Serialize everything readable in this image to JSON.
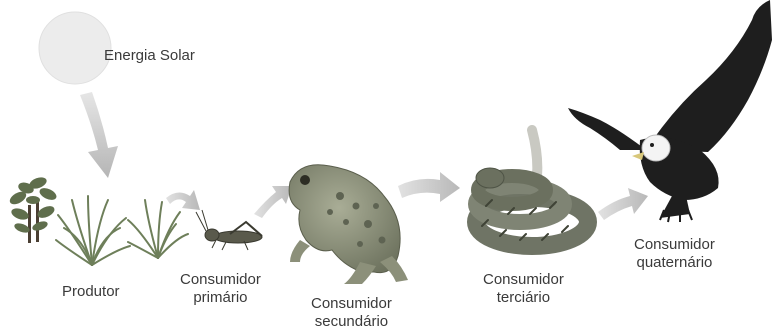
{
  "labels": {
    "sun": "Energia Solar",
    "producer": "Produtor",
    "primary": [
      "Consumidor",
      "primário"
    ],
    "secondary": [
      "Consumidor",
      "secundário"
    ],
    "tertiary": [
      "Consumidor",
      "terciário"
    ],
    "quaternary": [
      "Consumidor",
      "quaternário"
    ]
  },
  "colors": {
    "sun": "#eeeeee",
    "arrow": "#bdbdbd",
    "plant": "#6e7f5a",
    "frog": "#8a8f78",
    "snake": "#6f7465",
    "eagle": "#1e1e1e"
  },
  "icons": [
    "sun-icon",
    "plant-icon",
    "grasshopper-icon",
    "frog-icon",
    "snake-icon",
    "eagle-icon",
    "arrow-icon"
  ]
}
